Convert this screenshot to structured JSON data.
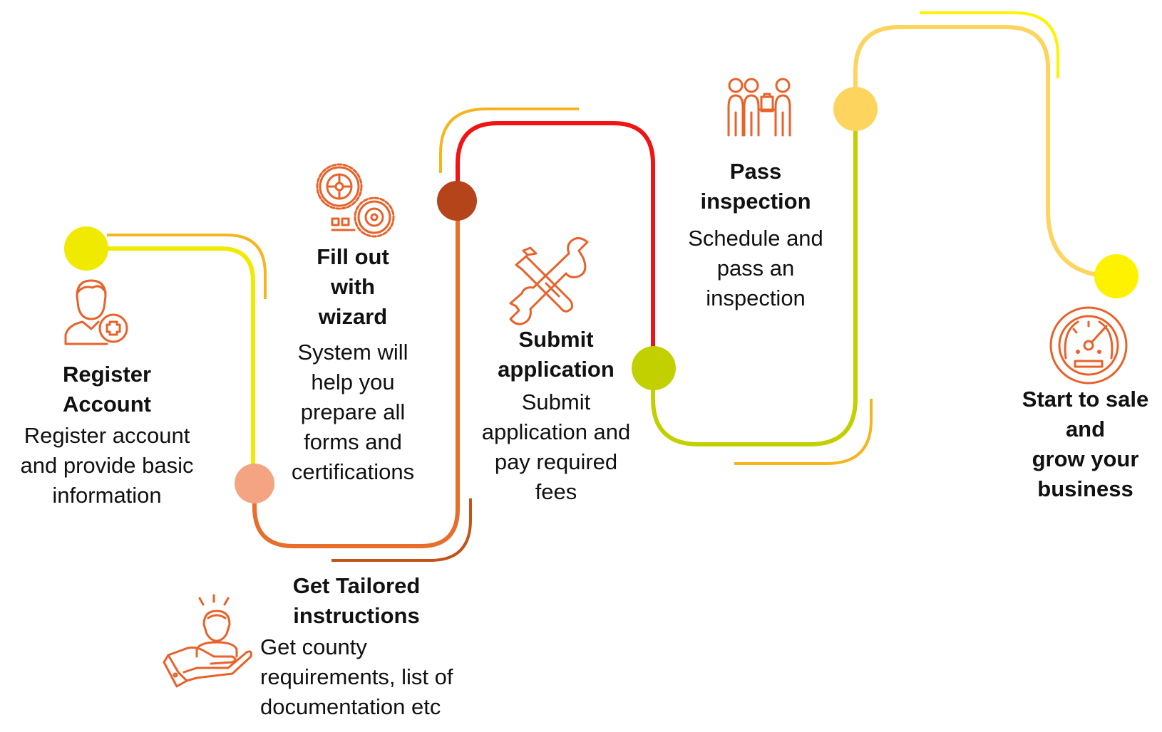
{
  "colors": {
    "yellow": "#F0EA00",
    "bright_yellow": "#FFF200",
    "amber": "#F6B51E",
    "light_amber": "#FCD45E",
    "salmon": "#F4A482",
    "orange": "#E86E2C",
    "dark_orange": "#C2531B",
    "rust": "#B5441A",
    "red": "#F01414",
    "lime": "#C2D000",
    "icon_orange": "#E8622A"
  },
  "steps": [
    {
      "title": "Register\nAccount",
      "description": "Register account\nand provide basic\ninformation",
      "icon": "user-add-icon"
    },
    {
      "title": "Get Tailored\ninstructions",
      "description": "Get county\nrequirements, list of\ndocumentation etc",
      "icon": "hand-person-icon"
    },
    {
      "title": "Fill out\nwith\nwizard",
      "description": "System will\nhelp you\nprepare all\nforms and\ncertifications",
      "icon": "gears-icon"
    },
    {
      "title": "Submit\napplication",
      "description": "Submit\napplication and\npay required\nfees",
      "icon": "wrench-screwdriver-icon"
    },
    {
      "title": "Pass\ninspection",
      "description": "Schedule and\npass an\ninspection",
      "icon": "inspectors-icon"
    },
    {
      "title": "Start to sale\nand\ngrow your\nbusiness",
      "description": "",
      "icon": "speedometer-icon"
    }
  ]
}
